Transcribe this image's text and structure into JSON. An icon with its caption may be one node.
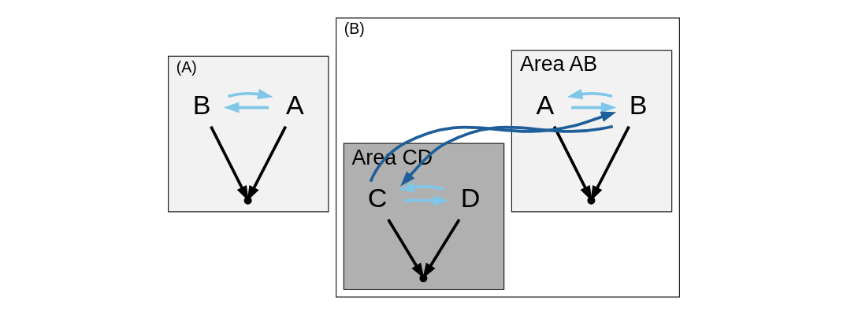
{
  "diagram": {
    "nodes": [
      {
        "text": [
          "(A)"
        ]
      },
      {
        "text": [
          "A"
        ],
        "in": 0
      },
      {
        "text": [
          "B"
        ],
        "in": 0
      },
      {
        "text": [],
        "shape": "point",
        "in": 0
      },
      {
        "text": [
          "(B)"
        ]
      },
      {
        "text": [
          "Area AB"
        ],
        "in": 4
      },
      {
        "text": [
          "A"
        ],
        "in": 5
      },
      {
        "text": [
          "B"
        ],
        "in": 5
      },
      {
        "text": [],
        "shape": "point",
        "in": 5
      },
      {
        "text": [
          "Area CD"
        ],
        "in": 4
      },
      {
        "text": [
          "C"
        ],
        "in": 9
      },
      {
        "text": [
          "D"
        ],
        "in": 9
      },
      {
        "text": [],
        "shape": "point",
        "in": 9
      }
    ],
    "edges": [
      {
        "from": 1,
        "to": 2,
        "arrow": "to",
        "color": "#7fc6e8"
      },
      {
        "from": 2,
        "to": 1,
        "arrow": "to",
        "color": "#7fc6e8"
      },
      {
        "from": 1,
        "to": 3,
        "arrow": "to",
        "color": "#000000"
      },
      {
        "from": 2,
        "to": 3,
        "arrow": "to",
        "color": "#000000"
      },
      {
        "from": 6,
        "to": 7,
        "arrow": "to",
        "color": "#7fc6e8"
      },
      {
        "from": 7,
        "to": 6,
        "arrow": "to",
        "color": "#7fc6e8"
      },
      {
        "from": 7,
        "to": 10,
        "arrow": "to",
        "color": "#1f5f99"
      },
      {
        "from": 10,
        "to": 7,
        "arrow": "to",
        "color": "#1f5f99"
      },
      {
        "from": 10,
        "to": 11,
        "arrow": "to",
        "color": "#7fc6e8"
      },
      {
        "from": 11,
        "to": 10,
        "arrow": "to",
        "color": "#7fc6e8"
      },
      {
        "from": 6,
        "to": 8,
        "arrow": "to",
        "color": "#000000"
      },
      {
        "from": 7,
        "to": 8,
        "arrow": "to",
        "color": "#000000"
      },
      {
        "from": 10,
        "to": 12,
        "arrow": "to",
        "color": "#000000"
      },
      {
        "from": 11,
        "to": 12,
        "arrow": "to",
        "color": "#000000"
      }
    ]
  }
}
